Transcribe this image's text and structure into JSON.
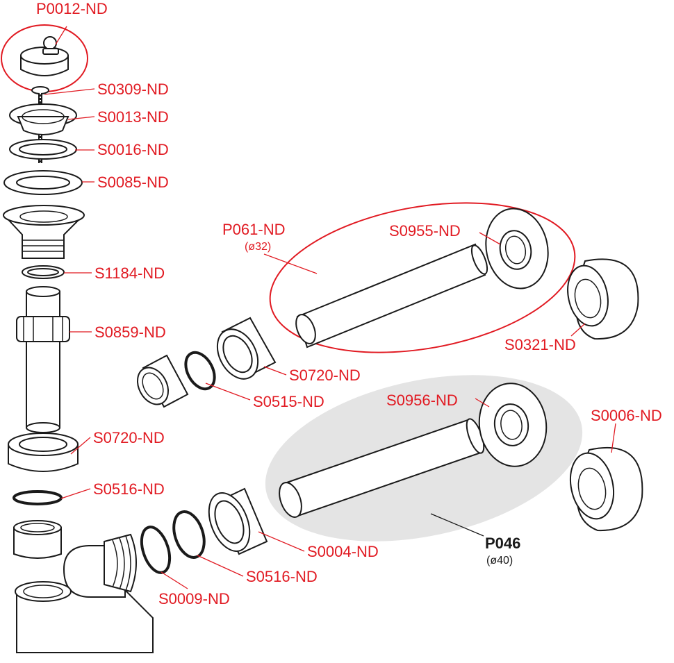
{
  "colors": {
    "accent": "#e11a22",
    "ink": "#1a1a1a",
    "highlight": "#e4e4e4"
  },
  "labels": {
    "p0012": "P0012-ND",
    "s0309": "S0309-ND",
    "s0013": "S0013-ND",
    "s0016": "S0016-ND",
    "s0085": "S0085-ND",
    "s1184": "S1184-ND",
    "s0859": "S0859-ND",
    "s0720_a": "S0720-ND",
    "s0720_b": "S0720-ND",
    "s0516_a": "S0516-ND",
    "s0516_b": "S0516-ND",
    "s0515": "S0515-ND",
    "s0009": "S0009-ND",
    "s0004": "S0004-ND",
    "p061": "P061-ND",
    "p061_sub": "(ø32)",
    "s0955": "S0955-ND",
    "s0321": "S0321-ND",
    "s0956": "S0956-ND",
    "s0006": "S0006-ND",
    "p046": "P046",
    "p046_sub": "(ø40)"
  }
}
